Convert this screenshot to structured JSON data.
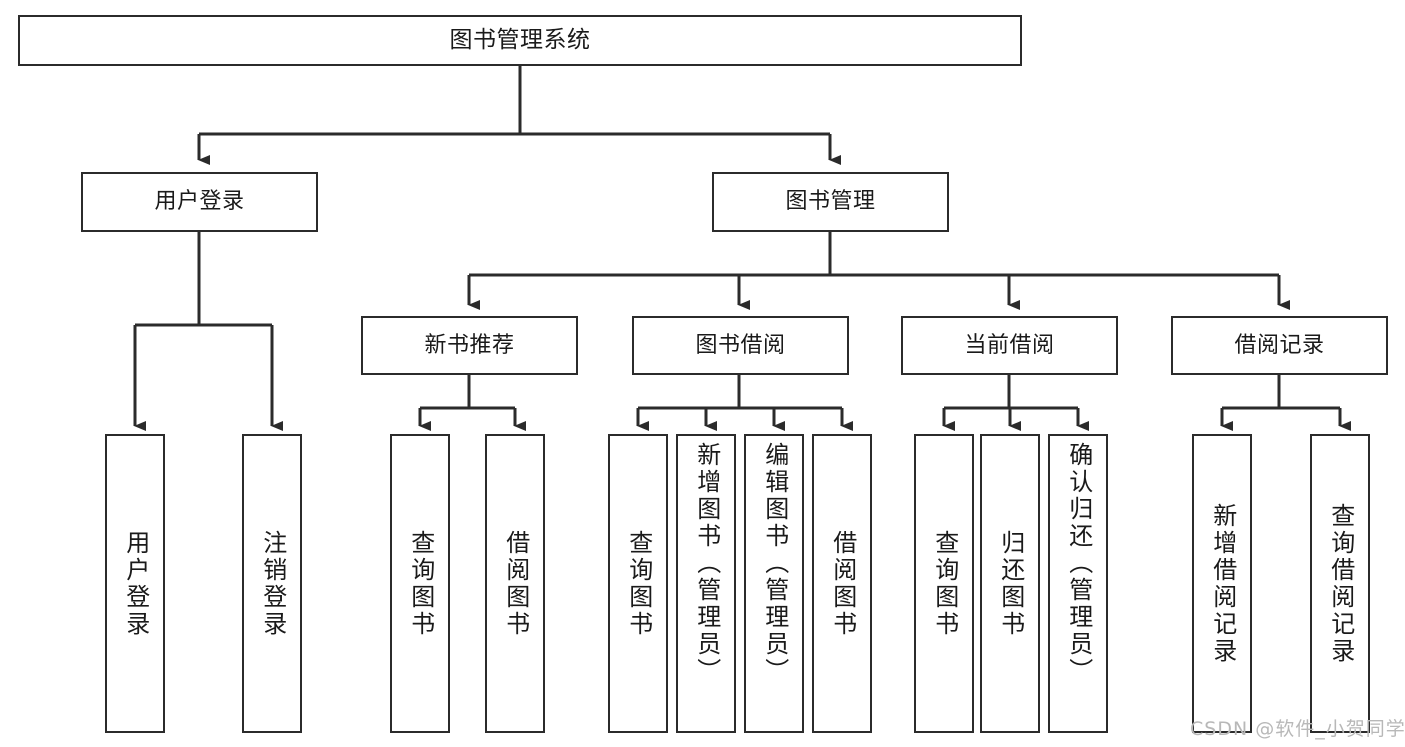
{
  "diagram": {
    "type": "tree-hierarchy-flowchart",
    "title": "图书管理系统",
    "theme": {
      "background": "#ffffff",
      "box_border": "#2b2b2b",
      "box_fill": "#ffffff",
      "text": "#1a1a1a",
      "connector": "#2b2b2b",
      "watermark": "#b8b8b8"
    },
    "root": {
      "label": "图书管理系统"
    },
    "level1": [
      {
        "label": "用户登录"
      },
      {
        "label": "图书管理"
      }
    ],
    "level2": [
      {
        "label": "新书推荐"
      },
      {
        "label": "图书借阅"
      },
      {
        "label": "当前借阅"
      },
      {
        "label": "借阅记录"
      }
    ],
    "leaves": {
      "user_login": [
        {
          "label": "用户登录"
        },
        {
          "label": "注销登录"
        }
      ],
      "new_book_rec": [
        {
          "label": "查询图书"
        },
        {
          "label": "借阅图书"
        }
      ],
      "book_borrow": [
        {
          "label": "查询图书"
        },
        {
          "label": "新增图书（管理员）"
        },
        {
          "label": "编辑图书（管理员）"
        },
        {
          "label": "借阅图书"
        }
      ],
      "current_borrow": [
        {
          "label": "查询图书"
        },
        {
          "label": "归还图书"
        },
        {
          "label": "确认归还（管理员）"
        }
      ],
      "borrow_record": [
        {
          "label": "新增借阅记录"
        },
        {
          "label": "查询借阅记录"
        }
      ]
    }
  },
  "watermark": {
    "text": "CSDN @软件_小贺同学"
  }
}
